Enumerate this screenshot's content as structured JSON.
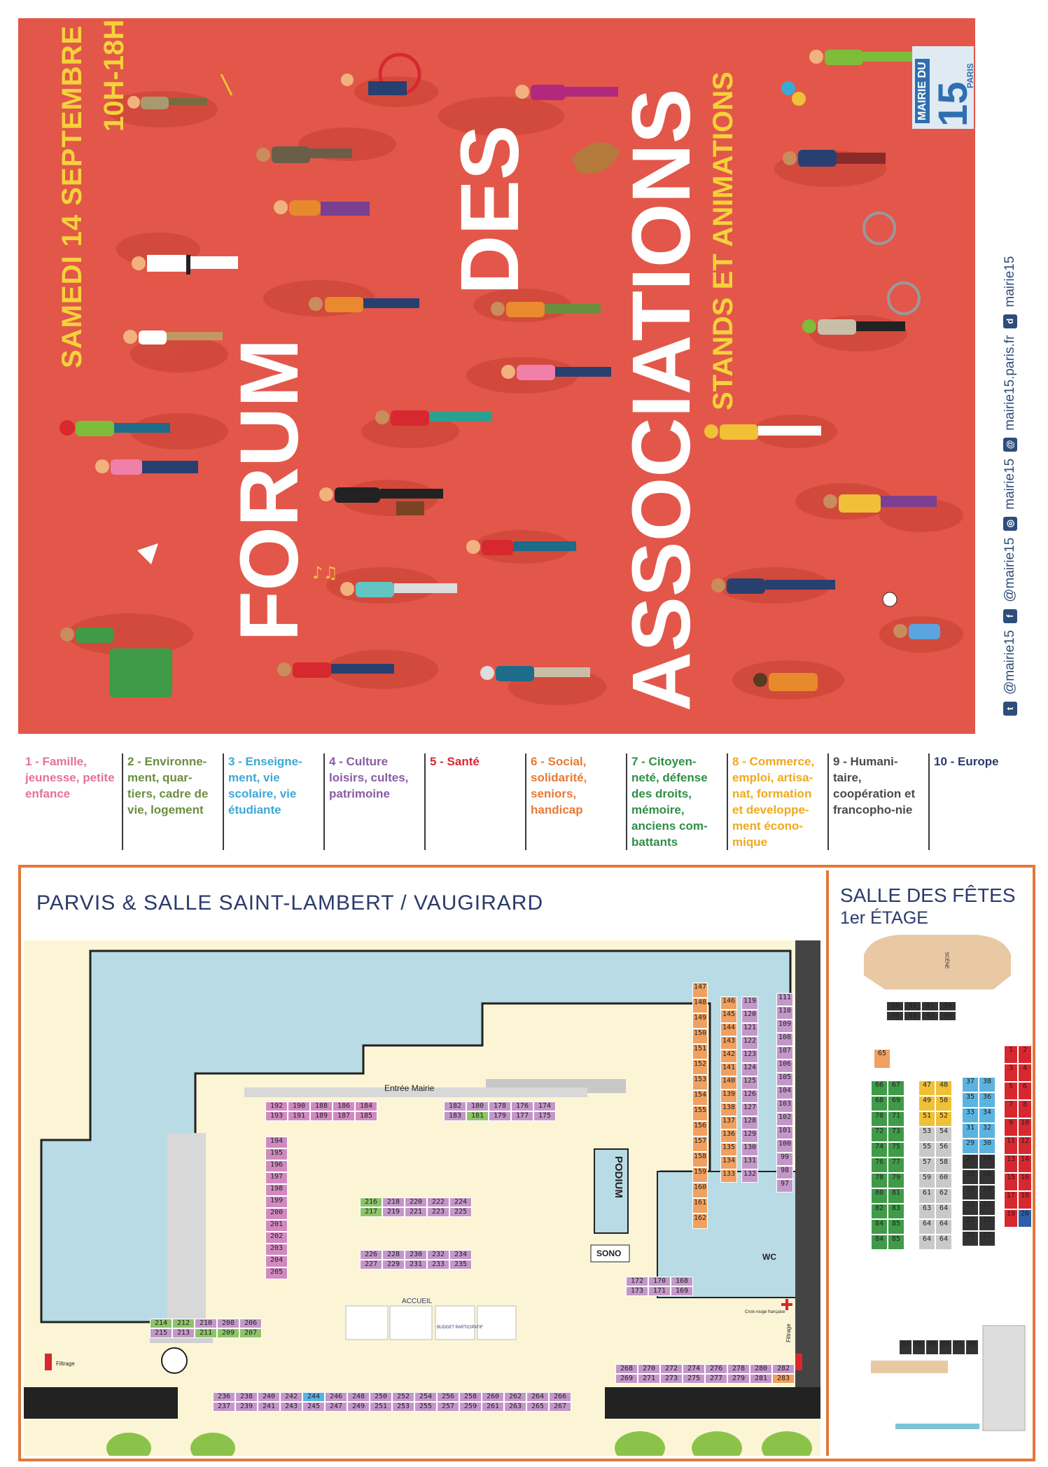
{
  "poster": {
    "date": "SAMEDI 14 SEPTEMBRE",
    "hours": "10H-18H",
    "title_1": "FORUM",
    "title_2": "DES",
    "title_3": "ASSOCIATIONS",
    "subtitle": "STANDS ET ANIMATIONS",
    "logo_line1": "MAIRIE DU",
    "logo_number": "15",
    "logo_line2": "PARIS"
  },
  "social": {
    "twitter": "@mairie15",
    "facebook": "@mairie15",
    "instagram": "mairie15",
    "web": "mairie15.paris.fr",
    "dailymotion": "mairie15"
  },
  "colors": {
    "poster_bg": "#e2574a",
    "accent_yellow": "#f5d23a",
    "map_border": "#e4773a",
    "water": "#b9dbe5",
    "floor": "#fbf5d6",
    "cat1": "#e5719b",
    "cat2": "#6b8e3e",
    "cat3": "#3ba9d6",
    "cat4": "#8a5ba3",
    "cat5": "#d7282f",
    "cat6": "#e87a34",
    "cat7": "#2f8e48",
    "cat8": "#f0a91c",
    "cat9": "#4a4a4a",
    "cat10": "#2b3a6b"
  },
  "legend": [
    {
      "text": "1 - Famille, jeunesse, petite enfance",
      "color": "#e5719b"
    },
    {
      "text": "2 - Environne-ment, quar-tiers, cadre de vie, logement",
      "color": "#6b8e3e"
    },
    {
      "text": "3 - Enseigne-ment, vie scolaire, vie étudiante",
      "color": "#3ba9d6"
    },
    {
      "text": "4 - Culture loisirs, cultes, patrimoine",
      "color": "#8a5ba3"
    },
    {
      "text": "5 - Santé",
      "color": "#d7282f"
    },
    {
      "text": "6 - Social, solidarité, seniors, handicap",
      "color": "#e87a34"
    },
    {
      "text": "7 - Citoyen-neté, défense des droits, mémoire, anciens com-battants",
      "color": "#2f8e48"
    },
    {
      "text": "8 - Commerce, emploi, artisa-nat, formation et developpe-ment écono-mique",
      "color": "#f0a91c"
    },
    {
      "text": "9 - Humani-taire, coopération et francopho-nie",
      "color": "#4a4a4a"
    },
    {
      "text": "10 - Europe",
      "color": "#2b3a6b"
    }
  ],
  "map": {
    "title": "PARVIS & SALLE SAINT-LAMBERT / VAUGIRARD",
    "entrance": "Entrée Mairie",
    "podium": "PODIUM",
    "sono": "SONO",
    "wc": "WC",
    "accueil": "ACCUEIL",
    "filtrage_1": "Filtrage",
    "filtrage_2": "Filtrage",
    "croix_rouge": "Croix-rouge française",
    "budget": "BUDGET PARTICIPATIF"
  },
  "salle": {
    "title": "SALLE DES FÊTES",
    "floor": "1er ÉTAGE",
    "stage": "SCÈNE"
  }
}
